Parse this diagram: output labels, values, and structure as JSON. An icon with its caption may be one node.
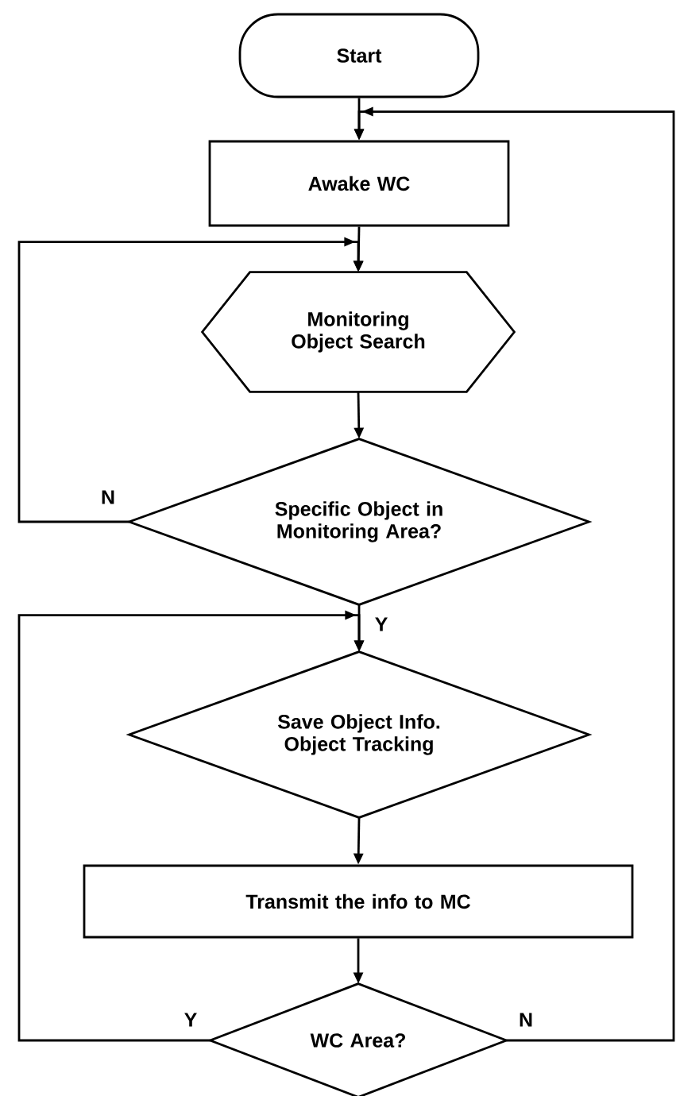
{
  "diagram": {
    "nodes": [
      {
        "text": [
          "Start"
        ]
      },
      {
        "text": [
          "Awake WC"
        ]
      },
      {
        "text": [
          "Monitoring Object Search"
        ]
      },
      {
        "text": [
          "Specific Object in Monitoring Area?"
        ]
      },
      {
        "text": [
          "Save Object Info. Object Tracking"
        ]
      },
      {
        "text": [
          "Transmit the info to MC"
        ]
      },
      {
        "text": [
          "WC Area?"
        ]
      }
    ],
    "edges": [
      {
        "from": 0,
        "to": 1,
        "arrow": "to"
      },
      {
        "from": 1,
        "to": 2,
        "arrow": "to"
      },
      {
        "from": 2,
        "to": 3,
        "arrow": "to"
      },
      {
        "from": 3,
        "to": 2,
        "arrow": "to",
        "label": "N"
      },
      {
        "from": 3,
        "to": 4,
        "arrow": "to",
        "label": "Y"
      },
      {
        "from": 4,
        "to": 5,
        "arrow": "to"
      },
      {
        "from": 5,
        "to": 6,
        "arrow": "to"
      },
      {
        "from": 6,
        "to": 4,
        "arrow": "to",
        "label": "Y"
      },
      {
        "from": 6,
        "to": 1,
        "arrow": "to",
        "label": "N"
      }
    ]
  }
}
